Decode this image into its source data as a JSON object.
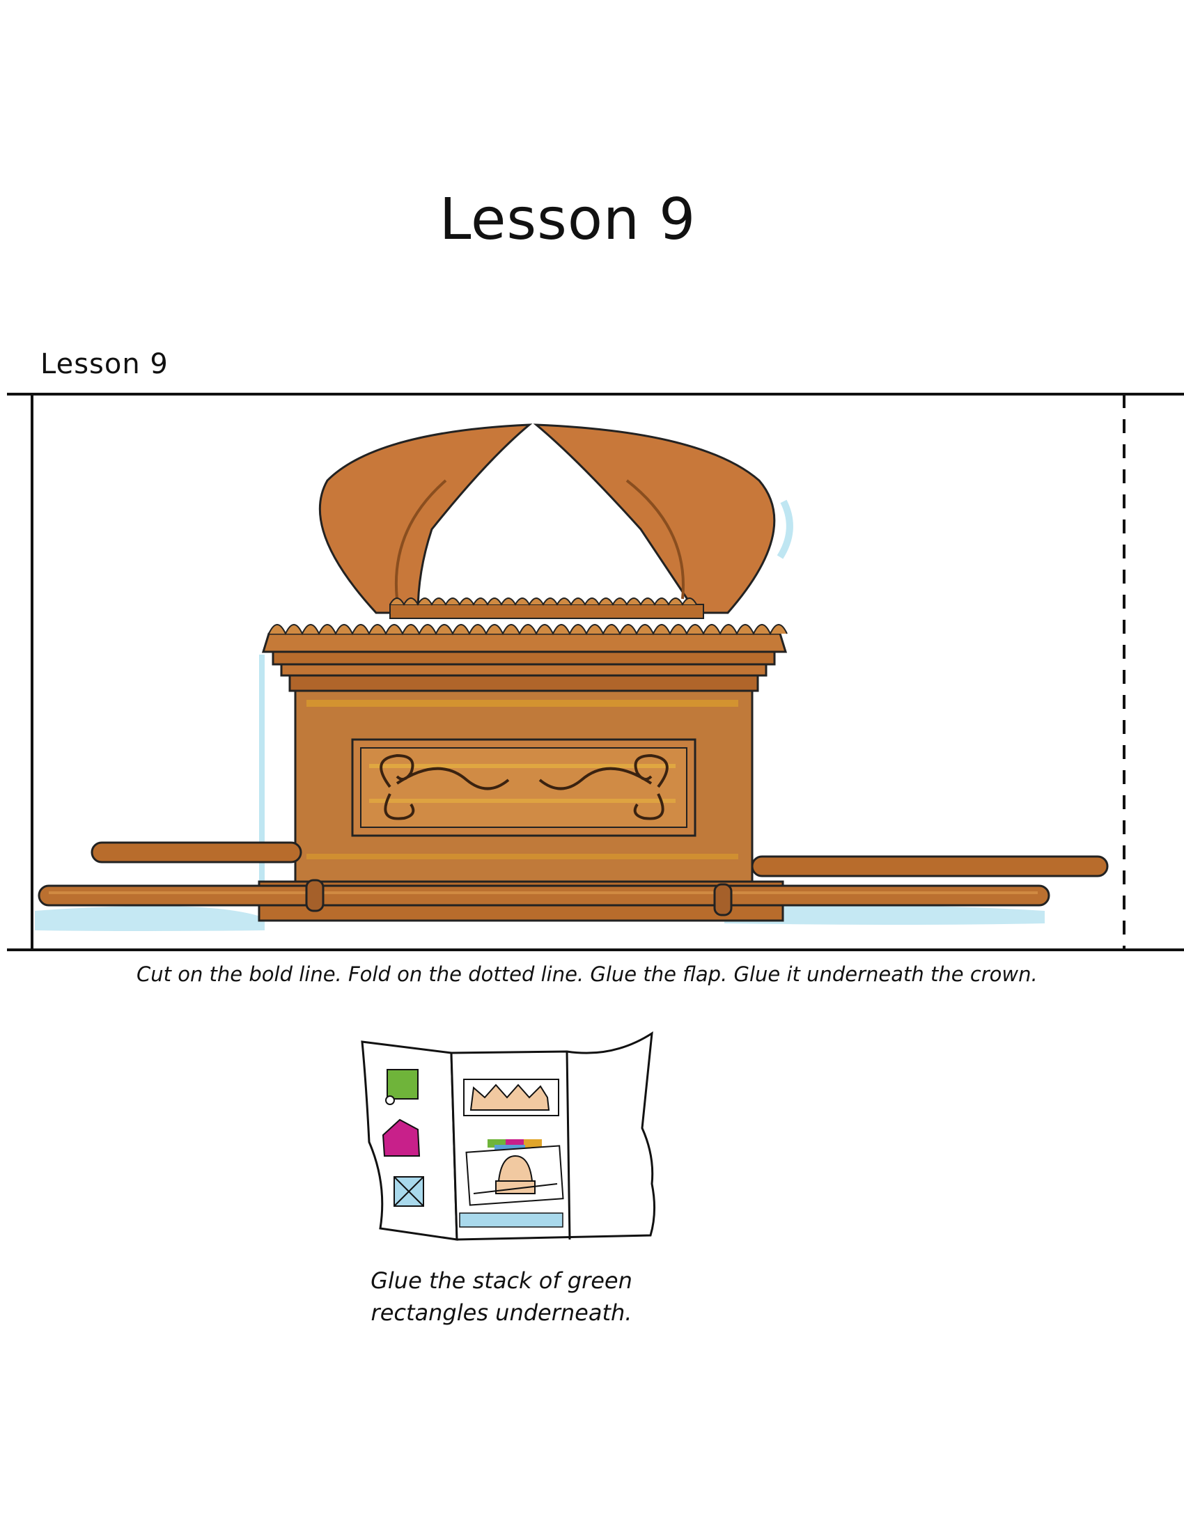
{
  "page": {
    "title": "Lesson 9"
  },
  "card": {
    "label": "Lesson 9",
    "instruction": "Cut on the bold line.  Fold on the dotted line.  Glue the flap.  Glue it underneath the crown.",
    "illustration_icon": "ark-of-the-covenant"
  },
  "diagram": {
    "illustration_icon": "folded-lapbook-diagram",
    "caption_line1": "Glue the stack of green",
    "caption_line2": "rectangles underneath."
  },
  "colors": {
    "wood": "#c07a3a",
    "wood_dark": "#8a4e1f",
    "gold_highlight": "#e0a52a",
    "shadow_blue": "#bfe6f2",
    "green_square": "#6fb43a",
    "magenta_pentagon": "#c8208a",
    "light_blue": "#a9d9ec"
  }
}
